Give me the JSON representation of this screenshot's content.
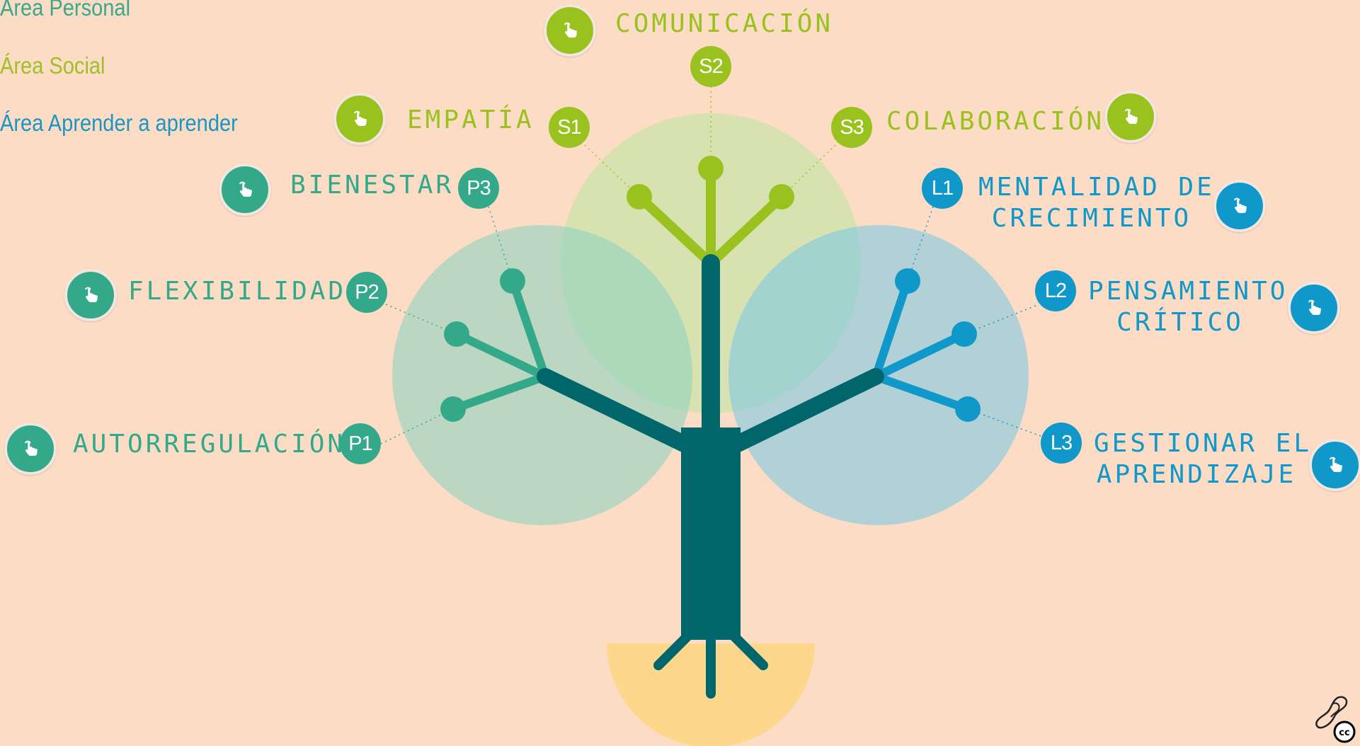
{
  "legend": [
    {
      "label": "Área Personal",
      "color": "#3aa88a"
    },
    {
      "label": "Área Social",
      "color": "#9fbf28"
    },
    {
      "label": "Área Aprender a aprender",
      "color": "#1b95c2"
    }
  ],
  "colors": {
    "background": "#fddcc6",
    "personal": "#34a98a",
    "social": "#99c21f",
    "learn": "#0f98c9",
    "trunk": "#00666b",
    "pot": "#fdd88c"
  },
  "skills": {
    "p1": {
      "code": "P1",
      "label": "AUTORREGULACIÓN"
    },
    "p2": {
      "code": "P2",
      "label": "FLEXIBILIDAD"
    },
    "p3": {
      "code": "P3",
      "label": "BIENESTAR"
    },
    "s1": {
      "code": "S1",
      "label": "EMPATÍA"
    },
    "s2": {
      "code": "S2",
      "label": "COMUNICACIÓN"
    },
    "s3": {
      "code": "S3",
      "label": "COLABORACIÓN"
    },
    "l1": {
      "code": "L1",
      "label_line1": "MENTALIDAD DE",
      "label_line2": "CRECIMIENTO"
    },
    "l2": {
      "code": "L2",
      "label_line1": "PENSAMIENTO",
      "label_line2": "CRÍTICO"
    },
    "l3": {
      "code": "L3",
      "label_line1": "GESTIONAR EL",
      "label_line2": "APRENDIZAJE"
    }
  },
  "icons": {
    "button": "hand-pointer-icon",
    "license": "creative-commons-icon"
  }
}
